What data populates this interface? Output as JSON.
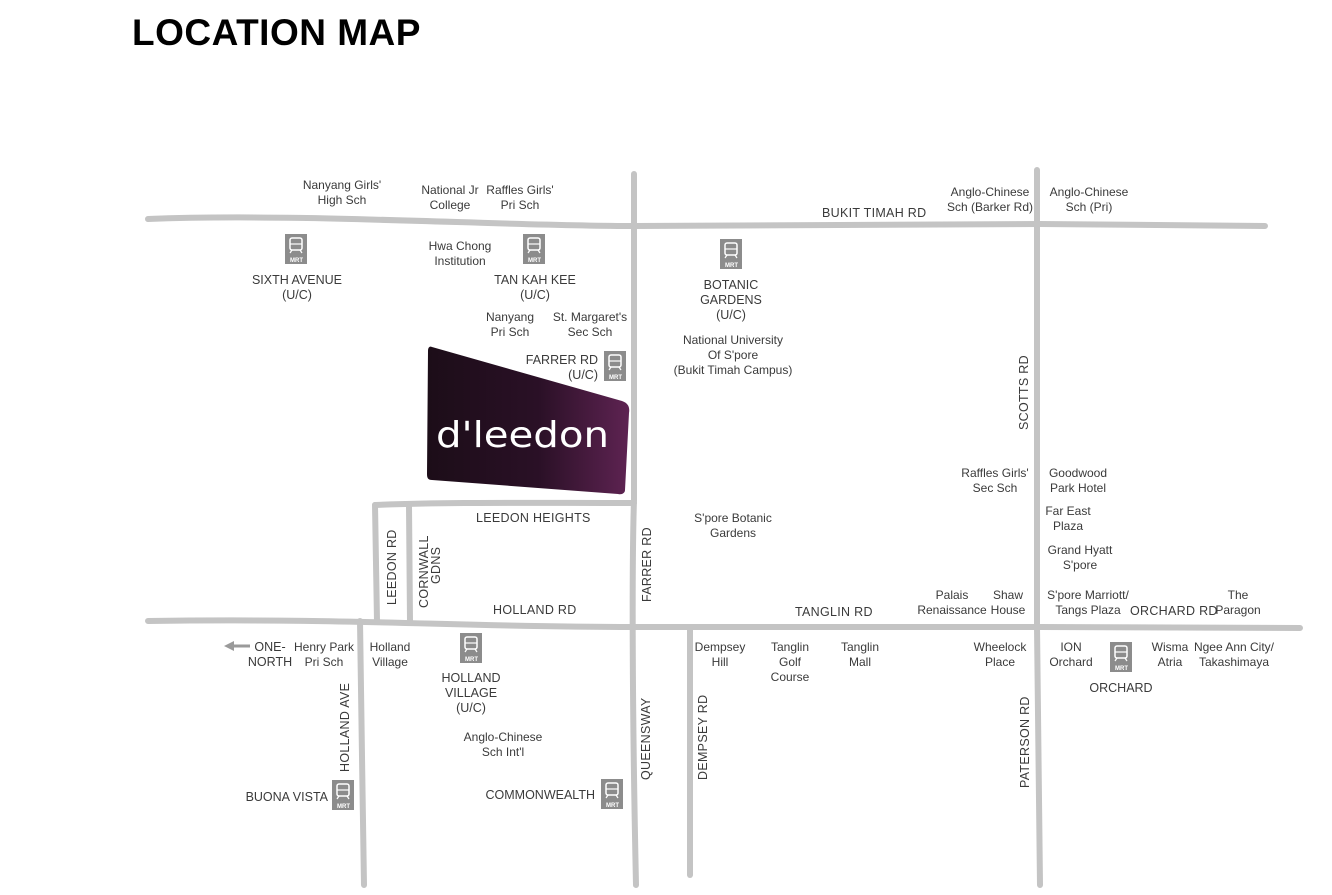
{
  "title": "LOCATION MAP",
  "brand": "d'leedon",
  "colors": {
    "road": "#c4c4c4",
    "mrt_icon": "#8c8c8c",
    "brand_dark": "#1e0e1a",
    "brand_purple": "#5a1f4e"
  },
  "roads": {
    "bukit_timah": "BUKIT TIMAH RD",
    "scotts": "SCOTTS RD",
    "leedon_heights": "LEEDON HEIGHTS",
    "leedon_rd": "LEEDON RD",
    "cornwall_1": "CORNWALL",
    "cornwall_2": "GDNS",
    "farrer": "FARRER RD",
    "holland": "HOLLAND RD",
    "tanglin": "TANGLIN RD",
    "orchard": "ORCHARD RD",
    "holland_ave": "HOLLAND AVE",
    "queensway": "QUEENSWAY",
    "dempsey": "DEMPSEY RD",
    "paterson": "PATERSON RD"
  },
  "mrt_label": "MRT",
  "stations": {
    "sixth_avenue": [
      "SIXTH AVENUE",
      "(U/C)"
    ],
    "tan_kah_kee": [
      "TAN KAH KEE",
      "(U/C)"
    ],
    "botanic_gardens": [
      "BOTANIC",
      "GARDENS",
      "(U/C)"
    ],
    "farrer_rd": [
      "FARRER RD",
      "(U/C)"
    ],
    "holland_village": [
      "HOLLAND",
      "VILLAGE",
      "(U/C)"
    ],
    "buona_vista": [
      "BUONA VISTA"
    ],
    "commonwealth": [
      "COMMONWEALTH"
    ],
    "orchard": [
      "ORCHARD"
    ]
  },
  "places": {
    "nanyang_girls": [
      "Nanyang Girls'",
      "High Sch"
    ],
    "national_jr": [
      "National Jr",
      "College"
    ],
    "raffles_girls_pri": [
      "Raffles Girls'",
      "Pri Sch"
    ],
    "acs_barker": [
      "Anglo-Chinese",
      "Sch (Barker Rd)"
    ],
    "acs_pri": [
      "Anglo-Chinese",
      "Sch (Pri)"
    ],
    "hwa_chong": [
      "Hwa Chong",
      "Institution"
    ],
    "nanyang_pri": [
      "Nanyang",
      "Pri Sch"
    ],
    "st_margarets": [
      "St. Margaret's",
      "Sec Sch"
    ],
    "nus": [
      "National University",
      "Of S'pore",
      "(Bukit Timah Campus)"
    ],
    "raffles_girls_sec": [
      "Raffles Girls'",
      "Sec Sch"
    ],
    "goodwood": [
      "Goodwood",
      "Park Hotel"
    ],
    "far_east": [
      "Far East",
      "Plaza"
    ],
    "grand_hyatt": [
      "Grand Hyatt",
      "S'pore"
    ],
    "botanic_gardens": [
      "S'pore Botanic",
      "Gardens"
    ],
    "palais": [
      "Palais",
      "Renaissance"
    ],
    "shaw": [
      "Shaw",
      "House"
    ],
    "marriott": [
      "S'pore Marriott/",
      "Tangs Plaza"
    ],
    "paragon": [
      "The",
      "Paragon"
    ],
    "one_north": [
      "ONE-",
      "NORTH"
    ],
    "henry_park": [
      "Henry Park",
      "Pri Sch"
    ],
    "holland_village": [
      "Holland",
      "Village"
    ],
    "dempsey_hill": [
      "Dempsey",
      "Hill"
    ],
    "tanglin_golf": [
      "Tanglin",
      "Golf",
      "Course"
    ],
    "tanglin_mall": [
      "Tanglin",
      "Mall"
    ],
    "wheelock": [
      "Wheelock",
      "Place"
    ],
    "ion": [
      "ION",
      "Orchard"
    ],
    "wisma": [
      "Wisma",
      "Atria"
    ],
    "ngee_ann": [
      "Ngee Ann City/",
      "Takashimaya"
    ],
    "acs_intl": [
      "Anglo-Chinese",
      "Sch Int'l"
    ]
  }
}
